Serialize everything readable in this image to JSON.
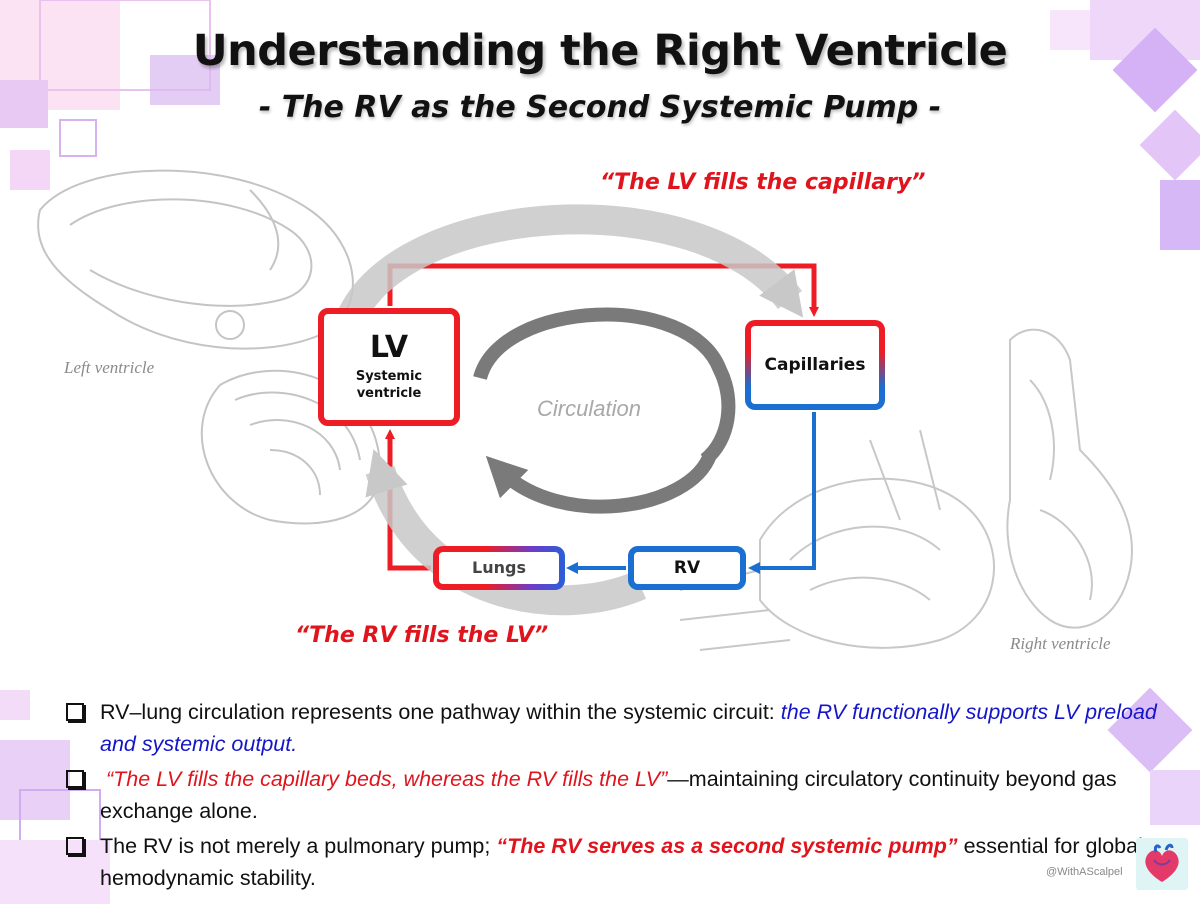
{
  "title": "Understanding the Right Ventricle",
  "subtitle": "- The RV as the Second Systemic Pump -",
  "quotes": {
    "top": "“The LV fills the capillary”",
    "bottom": "“The RV fills the LV”"
  },
  "sketch_labels": {
    "left": "Left ventricle",
    "right": "Right ventricle"
  },
  "diagram": {
    "lv_title": "LV",
    "lv_sub_1": "Systemic",
    "lv_sub_2": "ventricle",
    "capillaries": "Capillaries",
    "lungs": "Lungs",
    "rv": "RV",
    "center": "Circulation"
  },
  "bullets": [
    {
      "part1": "RV–lung circulation represents one pathway within the systemic circuit: ",
      "part2": "the RV functionally supports LV preload and systemic output."
    },
    {
      "part1": "“The LV fills the capillary beds, whereas the RV fills the LV”",
      "part2": "—maintaining circulatory continuity beyond gas exchange alone."
    },
    {
      "part1": "The RV is not merely a pulmonary pump; ",
      "part2": "“The RV serves as a second systemic pump”",
      "part3": " essential for global hemodynamic stability."
    }
  ],
  "credit": "@WithAScalpel",
  "colors": {
    "red": "#ee1c25",
    "blue": "#1a6fd0",
    "quote_red": "#e0141c",
    "text_blue": "#1515c8",
    "arrow_gray": "#c8c8c8",
    "circle_gray": "#7a7a7a"
  }
}
